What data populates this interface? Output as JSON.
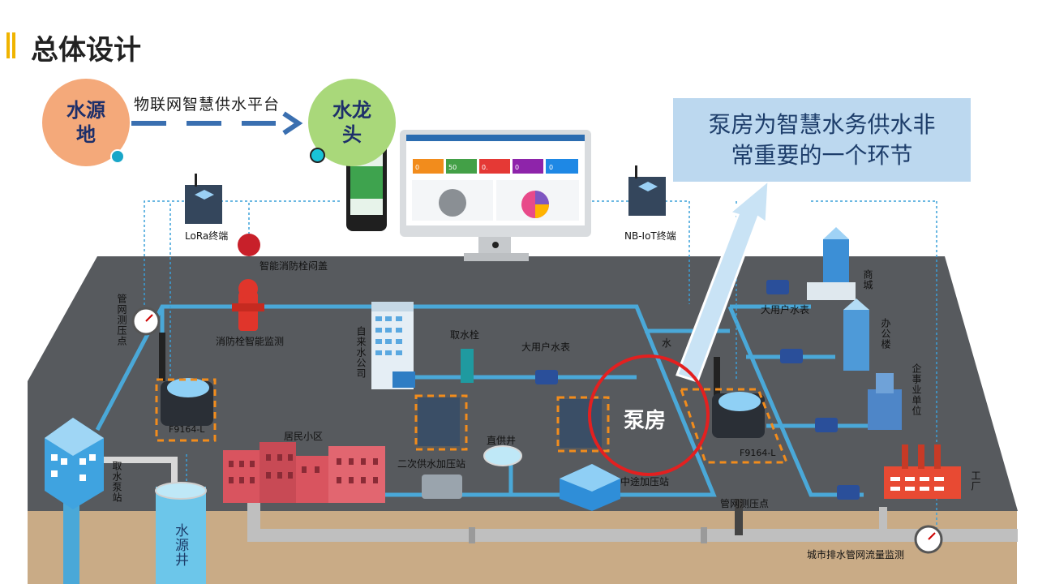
{
  "title": "总体设计",
  "source": "水源\n地",
  "tap": "水龙\n头",
  "platform": "物联网智慧供水平台",
  "callout": "泵房为智慧水务供水非\n常重要的一个环节",
  "pump_room": "泵房",
  "dashboard": {
    "stats": [
      "0",
      "50",
      "0.",
      "0",
      "0"
    ]
  },
  "labels": {
    "lora": "LoRa终端",
    "nbiot": "NB-IoT终端",
    "hydrant_cover": "智能消防栓闷盖",
    "pipe_pressure_left": "管网测压点",
    "hydrant_monitor": "消防栓智能监测",
    "water_company": "自来水公司",
    "intake_hydrant": "取水栓",
    "big_meter_mid": "大用户水表",
    "big_meter_right": "大用户水表",
    "mall": "商城",
    "office": "办公楼",
    "enterprise": "企事业单位",
    "factory": "工厂",
    "residential": "居民小区",
    "secondary_station": "二次供水加压站",
    "direct_well": "直供井",
    "relay_station": "中途加压站",
    "f9164": "F9164-L",
    "f9164_left": "F9164-L",
    "intake_pump": "取水泵站",
    "source_well": "水源井",
    "pipe_pressure_bottom": "管网测压点",
    "drain_monitor": "城市排水管网流量监测",
    "water_partial": "水"
  },
  "colors": {
    "pipe": "#4aa8d8",
    "ground": "#575a5e",
    "soil": "#c9ab86",
    "accent": "#f0b400",
    "source_circle": "#f4a97a",
    "tap_circle": "#a9d87a"
  }
}
